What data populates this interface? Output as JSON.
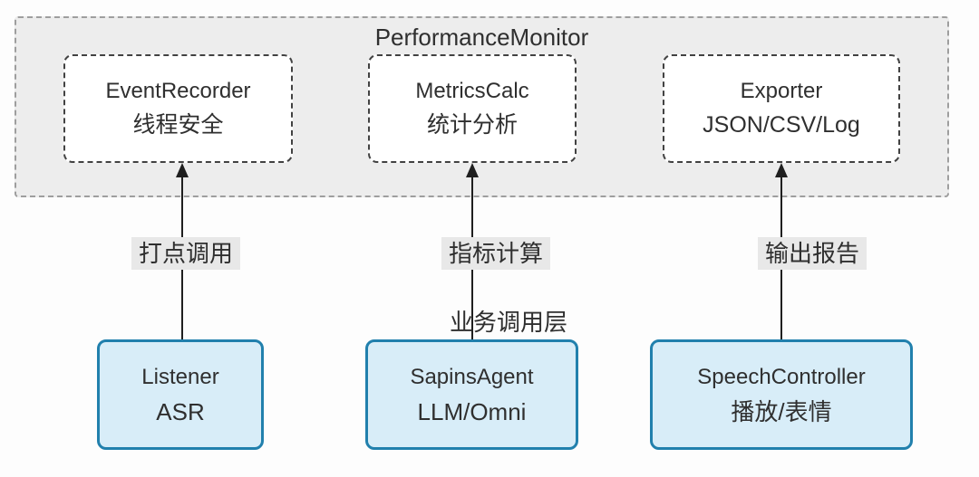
{
  "diagram": {
    "monitor": {
      "title": "PerformanceMonitor",
      "modules": [
        {
          "name": "EventRecorder",
          "desc": "线程安全"
        },
        {
          "name": "MetricsCalc",
          "desc": "统计分析"
        },
        {
          "name": "Exporter",
          "desc": "JSON/CSV/Log"
        }
      ]
    },
    "arrows": [
      {
        "label": "打点调用"
      },
      {
        "label": "指标计算"
      },
      {
        "label": "输出报告"
      }
    ],
    "layer_label": "业务调用层",
    "clients": [
      {
        "name": "Listener",
        "desc": "ASR"
      },
      {
        "name": "SapinsAgent",
        "desc": "LLM/Omni"
      },
      {
        "name": "SpeechController",
        "desc": "播放/表情"
      }
    ],
    "colors": {
      "monitor_bg": "#ededed",
      "monitor_border": "#9e9e9e",
      "module_bg": "#ffffff",
      "module_border": "#424242",
      "client_bg": "#d8edf8",
      "client_border": "#2180ad",
      "arrow": "#1f1f1f",
      "label_bg": "#e8e8e8",
      "text": "#2f2f2f"
    }
  }
}
